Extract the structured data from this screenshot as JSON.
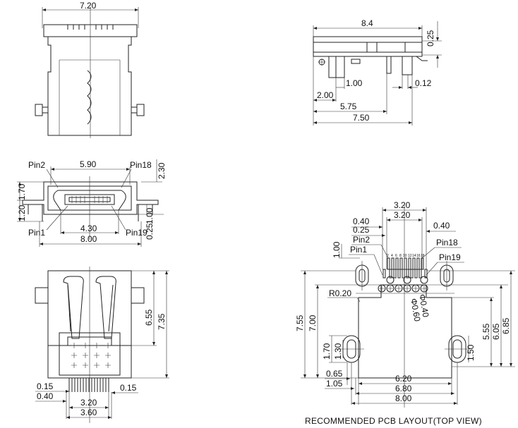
{
  "top_view": {
    "width": "7.20"
  },
  "side_view": {
    "length": "8.4",
    "thickness": "0.25",
    "dim_1": "1.00",
    "dim_2": "0.12",
    "dim_3": "2.00",
    "dim_4": "5.75",
    "dim_5": "7.50"
  },
  "front_view": {
    "pin2": "Pin2",
    "pin18": "Pin18",
    "pin1": "Pin1",
    "pin19": "Pin19",
    "top_width": "5.90",
    "height": "2.30",
    "h1": "1.70",
    "h2": "1.20",
    "h3": "1.00",
    "h4": "0.25",
    "inner_width": "4.30",
    "total_width": "8.00"
  },
  "bottom_view": {
    "h1": "6.55",
    "h2": "7.35",
    "d1": "0.15",
    "d2": "0.40",
    "d3": "0.15",
    "w1": "3.20",
    "w2": "3.60"
  },
  "pcb_layout": {
    "w_top1": "3.20",
    "w_top2": "3.20",
    "d040_left": "0.40",
    "d025": "0.25",
    "d040_right": "0.40",
    "pin2": "Pin2",
    "pin1": "Pin1",
    "pin18": "Pin18",
    "pin19": "Pin19",
    "h100": "1.00",
    "radius": "R0.20",
    "hole1": "Φ0.60",
    "hole2": "Φ0.40",
    "h755": "7.55",
    "h700": "7.00",
    "h170": "1.70",
    "h130": "1.30",
    "h555": "5.55",
    "h605": "6.05",
    "h685": "6.85",
    "h150": "1.50",
    "w065": "0.65",
    "w105": "1.05",
    "w620": "6.20",
    "w680": "6.80",
    "w800": "8.00",
    "pin_numbers_top": [
      "2",
      "4",
      "6",
      "8",
      "10",
      "12",
      "14",
      "16",
      "18"
    ],
    "caption": "RECOMMENDED PCB LAYOUT(TOP  VIEW)"
  }
}
